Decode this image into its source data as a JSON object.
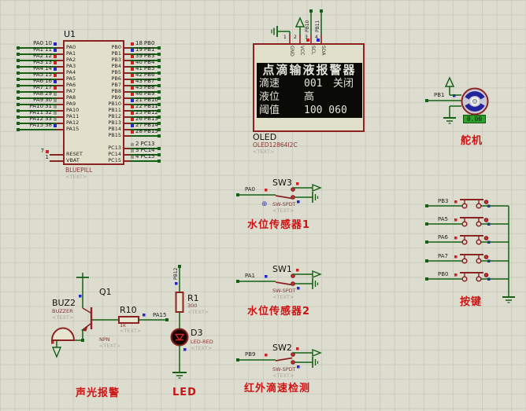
{
  "mcu": {
    "ref": "U1",
    "part": "BLUEPILL",
    "placeholder": "<TEXT>",
    "left_pins": [
      {
        "net": "PA0",
        "num": "10",
        "state": "blue"
      },
      {
        "net": "PA1",
        "num": "11",
        "state": "blue"
      },
      {
        "net": "PA2",
        "num": "12",
        "state": "red"
      },
      {
        "net": "PA3",
        "num": "13",
        "state": "red"
      },
      {
        "net": "PA4",
        "num": "14",
        "state": "blue"
      },
      {
        "net": "PA5",
        "num": "15",
        "state": "red"
      },
      {
        "net": "PA6",
        "num": "16",
        "state": "blue"
      },
      {
        "net": "PA7",
        "num": "17",
        "state": "red"
      },
      {
        "net": "PA8",
        "num": "29",
        "state": "gray"
      },
      {
        "net": "PA9",
        "num": "30",
        "state": "gray"
      },
      {
        "net": "PA10",
        "num": "31",
        "state": "gray"
      },
      {
        "net": "PA11",
        "num": "32",
        "state": "gray"
      },
      {
        "net": "PA12",
        "num": "33",
        "state": "gray"
      },
      {
        "net": "PA15",
        "num": "38",
        "state": "blue"
      }
    ],
    "right_pins": [
      {
        "net": "PB0",
        "num": "18",
        "state": "red"
      },
      {
        "net": "PB1",
        "num": "19",
        "state": "blue"
      },
      {
        "net": "PB3",
        "num": "39",
        "state": "red"
      },
      {
        "net": "PB4",
        "num": "40",
        "state": "red"
      },
      {
        "net": "PB5",
        "num": "41",
        "state": "red"
      },
      {
        "net": "PB6",
        "num": "42",
        "state": "red"
      },
      {
        "net": "PB7",
        "num": "43",
        "state": "red"
      },
      {
        "net": "PB8",
        "num": "45",
        "state": "red"
      },
      {
        "net": "PB9",
        "num": "46",
        "state": "red"
      },
      {
        "net": "PB10",
        "num": "21",
        "state": "blue"
      },
      {
        "net": "PB11",
        "num": "22",
        "state": "red"
      },
      {
        "net": "PB12",
        "num": "25",
        "state": "red"
      },
      {
        "net": "PB13",
        "num": "26",
        "state": "red"
      },
      {
        "net": "PB14",
        "num": "27",
        "state": "blue"
      },
      {
        "net": "PB15",
        "num": "28",
        "state": "red"
      }
    ],
    "pc_pins": [
      {
        "net": "PC13",
        "num": "2",
        "state": "gray"
      },
      {
        "net": "PC14",
        "num": "3",
        "state": "gray"
      },
      {
        "net": "PC15",
        "num": "4",
        "state": "gray"
      }
    ],
    "reset_pin": {
      "name": "RESET",
      "num": "7",
      "state": "red"
    },
    "vbat_pin": {
      "name": "VBAT",
      "num": "1",
      "state": "gray"
    }
  },
  "oled": {
    "ref": "OLED",
    "part": "OLED12864I2C",
    "placeholder": "<TEXT>",
    "pin_numbers": [
      "1",
      "2",
      "3",
      "4"
    ],
    "pin_names": [
      "GND",
      "VCC",
      "SCL",
      "SDA"
    ],
    "net_scl": "PB10",
    "net_sda": "PB11",
    "screen": {
      "title": "点滴输液报警器",
      "rows": [
        {
          "label": "滴速",
          "value": "001",
          "extra": "关闭"
        },
        {
          "label": "液位",
          "value": "高",
          "extra": ""
        },
        {
          "label": "阈值",
          "value": "100 060",
          "extra": ""
        }
      ]
    }
  },
  "servo": {
    "net": "PB1",
    "readout": "0.00",
    "caption": "舵机"
  },
  "switches": [
    {
      "ref": "SW3",
      "part": "SW-SPDT",
      "placeholder": "<TEXT>",
      "net": "PA0",
      "state": "red",
      "caption": "水位传感器1"
    },
    {
      "ref": "SW1",
      "part": "SW-SPDT",
      "placeholder": "<TEXT>",
      "net": "PA1",
      "state": "blue",
      "caption": "水位传感器2"
    },
    {
      "ref": "SW2",
      "part": "SW-SPDT",
      "placeholder": "<TEXT>",
      "net": "PB9",
      "state": "red",
      "caption": "红外滴速检测"
    }
  ],
  "keypad": {
    "nets": [
      "PB3",
      "PA5",
      "PA6",
      "PA7",
      "PB0"
    ],
    "caption": "按键"
  },
  "alarm": {
    "transistor_ref": "Q1",
    "transistor_part": "NPN",
    "buzzer_ref": "BUZ2",
    "buzzer_part": "BUZZER",
    "resistor_ref": "R10",
    "resistor_value": "1k",
    "net": "PA15",
    "caption": "声光报警",
    "placeholder": "<TEXT>"
  },
  "led": {
    "net": "PB12",
    "resistor_ref": "R1",
    "resistor_value": "300",
    "diode_ref": "D3",
    "diode_part": "LED-RED",
    "caption": "LED",
    "placeholder": "<TEXT>"
  },
  "colors": {
    "wire": "#156015",
    "component_outline": "#8b2323",
    "caption_red": "#cc1414",
    "state_high": "#d02020",
    "state_low": "#2424d2",
    "screen_bg": "#0a0a07",
    "servo_readout_bg": "#2ca12c"
  }
}
